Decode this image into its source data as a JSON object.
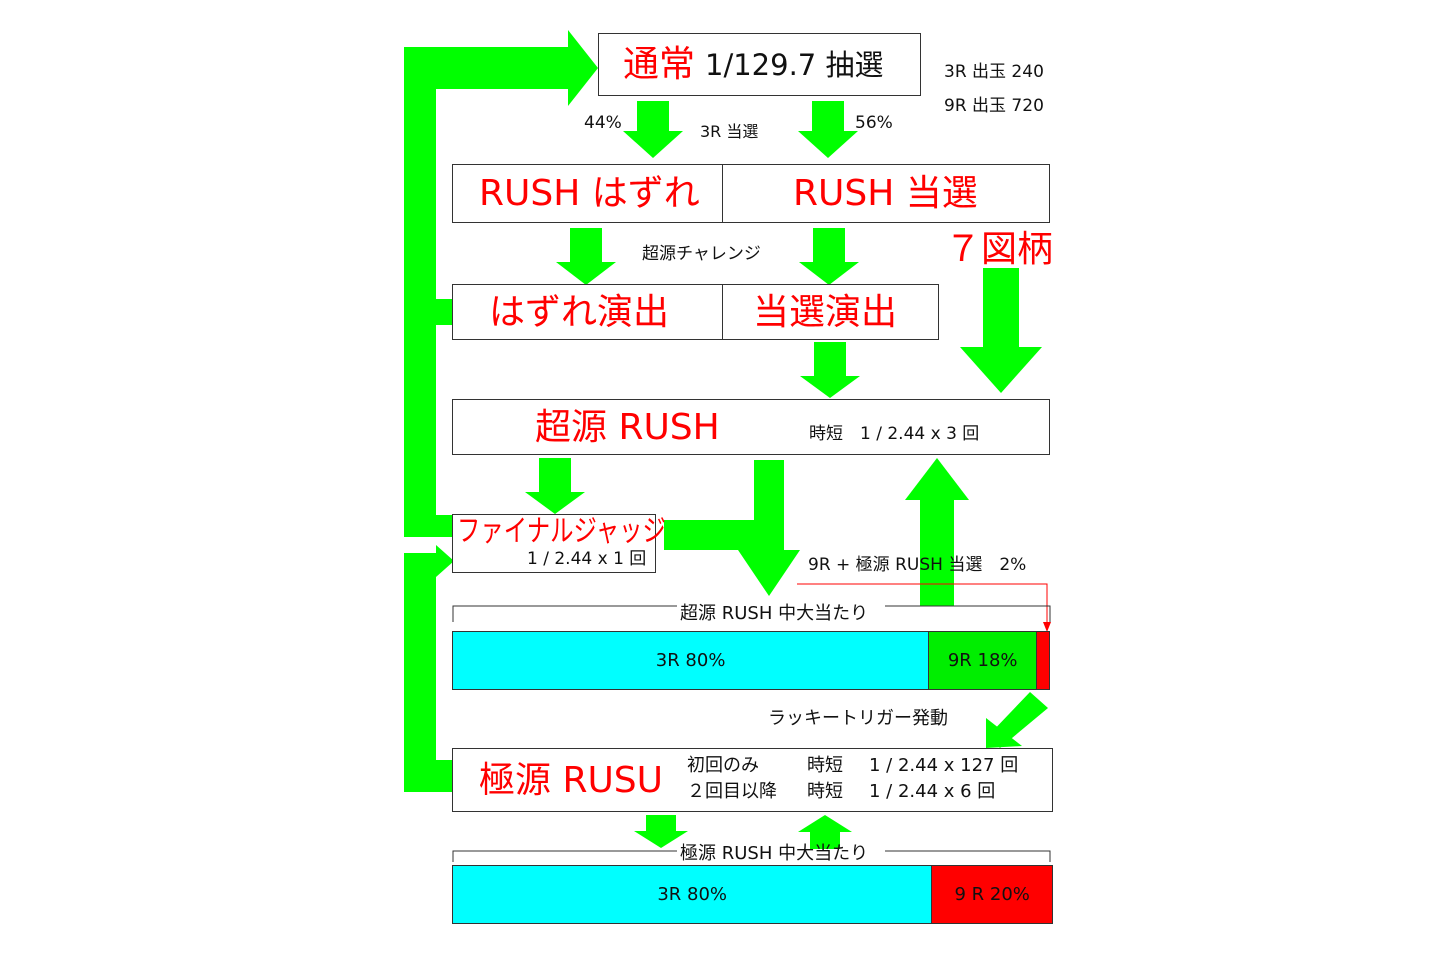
{
  "top": {
    "mode_word": "通常",
    "prob": "1/129.7 抽選",
    "payout_3r": "3R 出玉 240",
    "payout_9r": "9R 出玉 720"
  },
  "split": {
    "left_pct": "44%",
    "right_pct": "56%",
    "label": "3R 当選"
  },
  "rush_row": {
    "left": "RUSH はずれ",
    "right": "RUSH 当選"
  },
  "seven": "７図柄",
  "challenge": "超源チャレンジ",
  "perf_row": {
    "left": "はずれ演出",
    "right": "当選演出"
  },
  "chogen_rush": {
    "title": "超源 RUSH",
    "detail": "時短　1 / 2.44 x 3 回"
  },
  "final": {
    "title": "ファイナルジャッジ",
    "detail": "1 / 2.44 x 1 回"
  },
  "kyogen_note": "9R + 極源 RUSH 当選　2%",
  "chogen_bar": {
    "caption": "超源 RUSH 中大当たり",
    "segments": [
      {
        "label": "3R  80%",
        "value": 80,
        "color": "#00ffff"
      },
      {
        "label": "9R  18%",
        "value": 18,
        "color": "#00ee00"
      },
      {
        "label": "",
        "value": 2,
        "color": "#ff0000"
      }
    ]
  },
  "lucky": "ラッキートリガー発動",
  "kyogen_rusu": {
    "title": "極源 RUSU",
    "line1_a": "初回のみ",
    "line1_b": "時短",
    "line1_c": "1 / 2.44 x 127 回",
    "line2_a": "２回目以降",
    "line2_b": "時短",
    "line2_c": "1 / 2.44 x 6 回"
  },
  "kyogen_bar": {
    "caption": "極源 RUSH 中大当たり",
    "segments": [
      {
        "label": "3R  80%",
        "value": 80,
        "color": "#00ffff"
      },
      {
        "label": "9 R  20%",
        "value": 20,
        "color": "#ff0000"
      }
    ]
  },
  "colors": {
    "arrow": "#00ff00",
    "accent_red": "#ff0000"
  }
}
